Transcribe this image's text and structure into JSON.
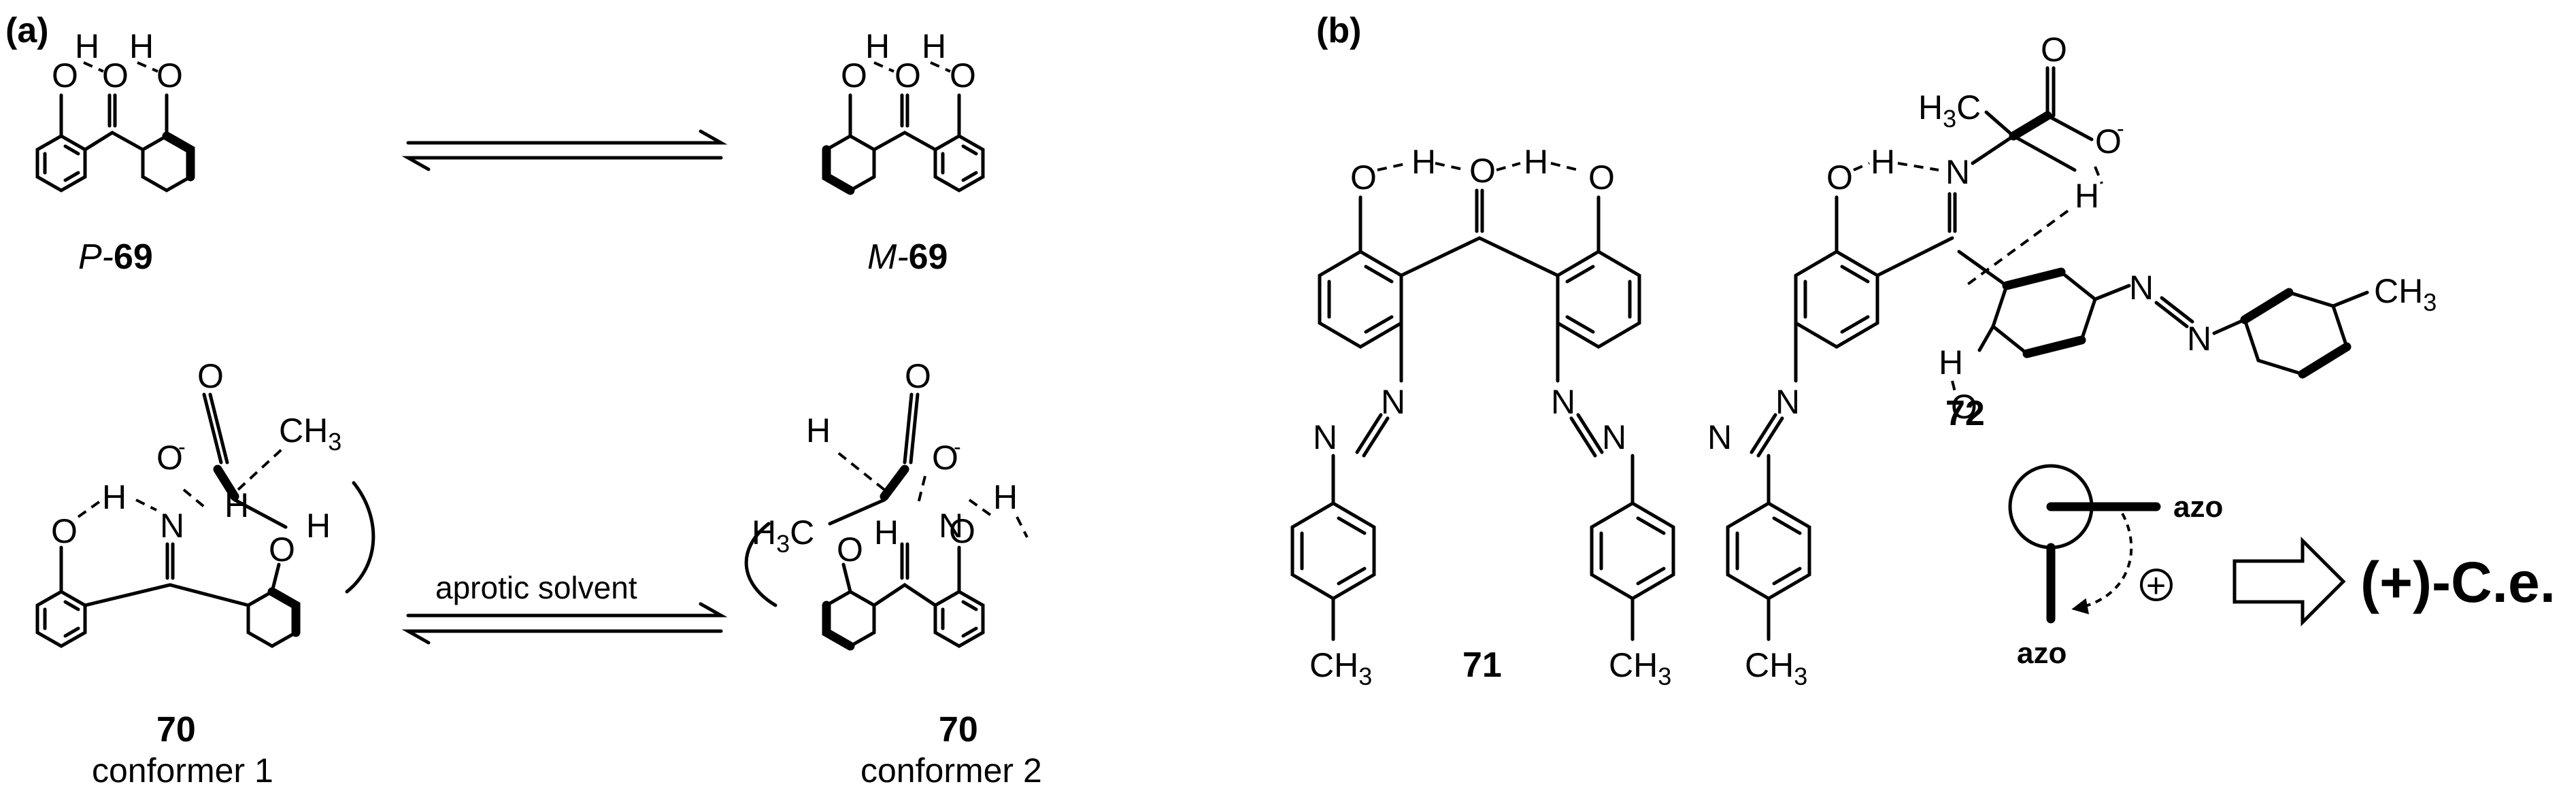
{
  "panels": {
    "a": "(a)",
    "b": "(b)"
  },
  "atoms": {
    "O": "O",
    "H": "H",
    "N": "N",
    "C": "C",
    "sub3": "3",
    "minus": "-"
  },
  "compounds": {
    "c69": "69",
    "c70": "70",
    "c71": "71",
    "c72": "72",
    "prefix_P": "P-",
    "prefix_M": "M-",
    "conformer1": "conformer 1",
    "conformer2": "conformer 2"
  },
  "labels": {
    "aprotic_solvent": "aprotic solvent",
    "azo": "azo",
    "ce": "(+)-C.e.",
    "plus": "+"
  }
}
